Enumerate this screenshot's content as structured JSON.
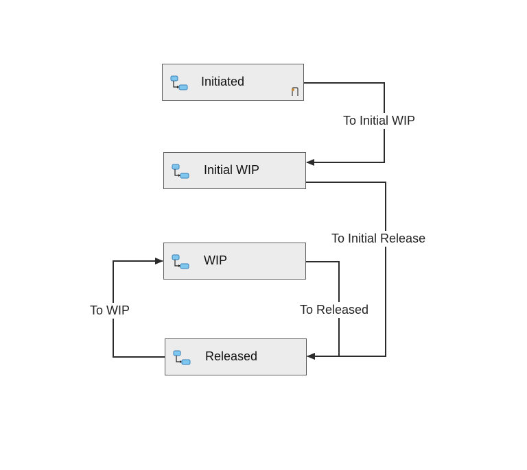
{
  "states": {
    "initiated": {
      "label": "Initiated",
      "icon": "state-icon",
      "start_marker": "start-state-icon"
    },
    "initial_wip": {
      "label": "Initial WIP",
      "icon": "state-icon"
    },
    "wip": {
      "label": "WIP",
      "icon": "state-icon"
    },
    "released": {
      "label": "Released",
      "icon": "state-icon"
    }
  },
  "transitions": {
    "to_initial_wip": {
      "label": "To Initial WIP",
      "from": "Initiated",
      "to": "Initial WIP"
    },
    "to_initial_release": {
      "label": "To Initial Release",
      "from": "Initial WIP",
      "to": "Released"
    },
    "to_released": {
      "label": "To Released",
      "from": "WIP",
      "to": "Released"
    },
    "to_wip": {
      "label": "To WIP",
      "from": "Released",
      "to": "WIP"
    }
  },
  "colors": {
    "node_fill": "#ececec",
    "node_border": "#5a5a5a",
    "edge": "#2b2b2b",
    "icon_fill": "#7fc6ee",
    "icon_stroke": "#3a7fb5",
    "start_marker": "#c98a3c"
  }
}
